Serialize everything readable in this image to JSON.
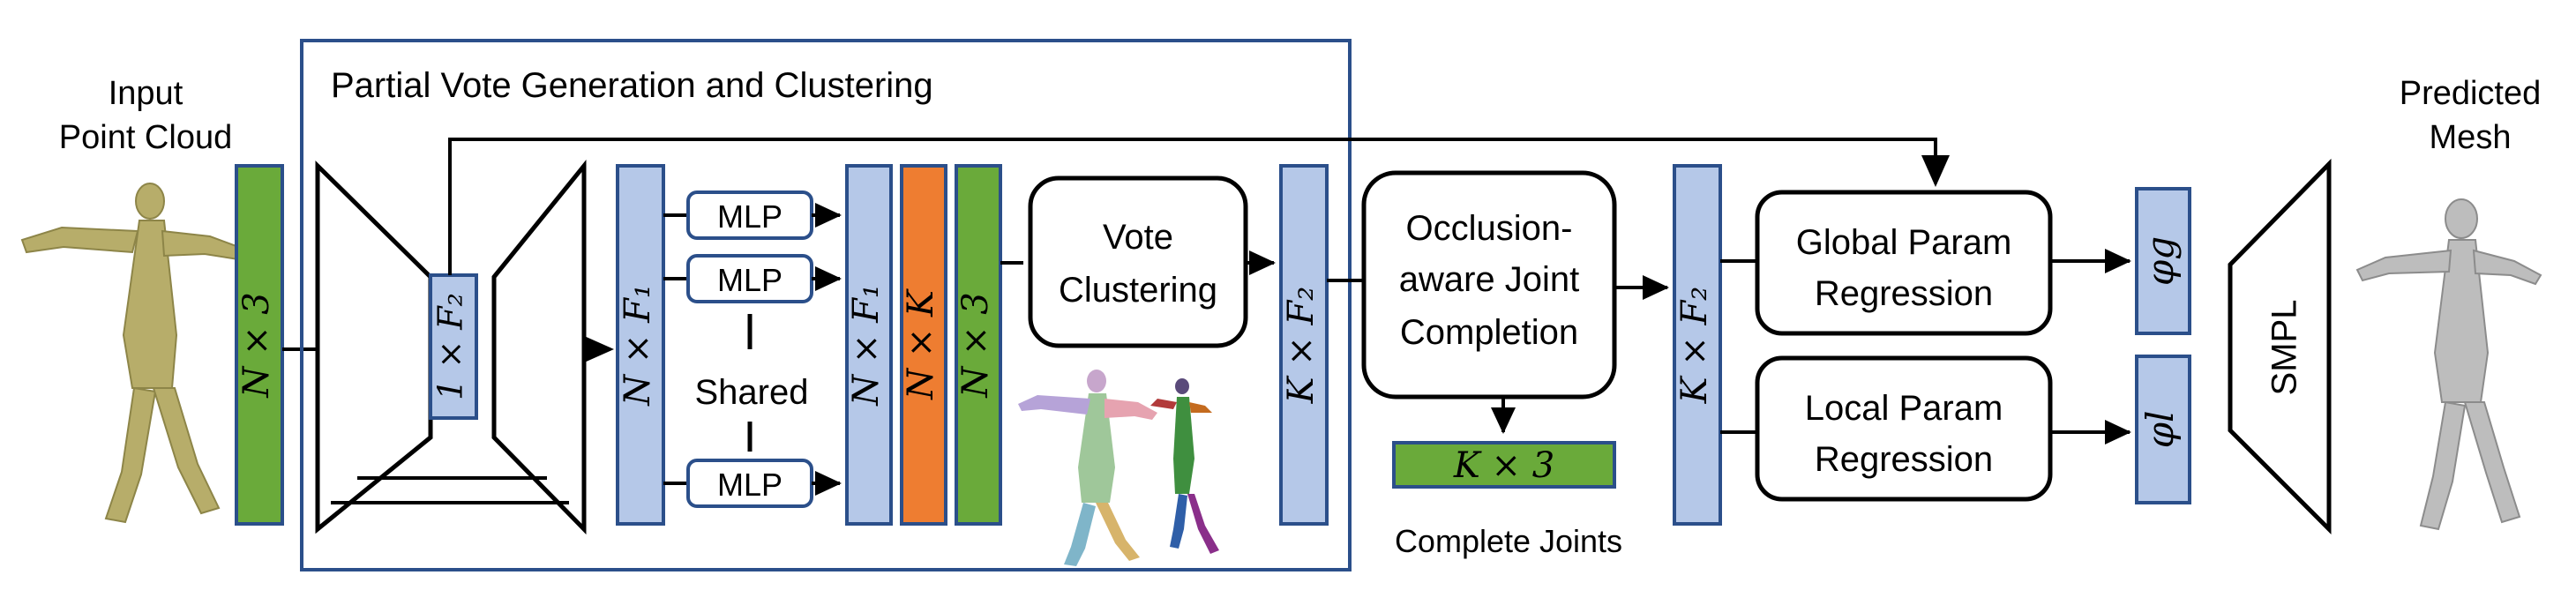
{
  "labels": {
    "input_title_line1": "Input",
    "input_title_line2": "Point Cloud",
    "module_title": "Partial Vote Generation and Clustering",
    "mlp_top": "MLP",
    "mlp_middle": "MLP",
    "mlp_bottom": "MLP",
    "shared": "Shared",
    "vote_clustering_line1": "Vote",
    "vote_clustering_line2": "Clustering",
    "occlusion_line1": "Occlusion-",
    "occlusion_line2": "aware Joint",
    "occlusion_line3": "Completion",
    "complete_joints": "Complete Joints",
    "global_param_line1": "Global Param",
    "global_param_line2": "Regression",
    "local_param_line1": "Local Param",
    "local_param_line2": "Regression",
    "smpl": "SMPL",
    "predicted_line1": "Predicted",
    "predicted_line2": "Mesh"
  },
  "tensors": {
    "input": "N × 3",
    "bottleneck": "1 × F₂",
    "features": "N × F₁",
    "mlp_out": "N × F₁",
    "votes_k": "N × K",
    "votes_xyz": "N × 3",
    "clusters": "K × F₂",
    "joints": "K × 3",
    "completed": "K × F₂",
    "phi_g": "φg",
    "phi_l": "φl"
  },
  "colors": {
    "green": "#6aaa3a",
    "blue": "#b5c8e8",
    "orange": "#ee7d31",
    "frame": "#2b4f8a",
    "tensor_border": "#2b4f8a"
  }
}
